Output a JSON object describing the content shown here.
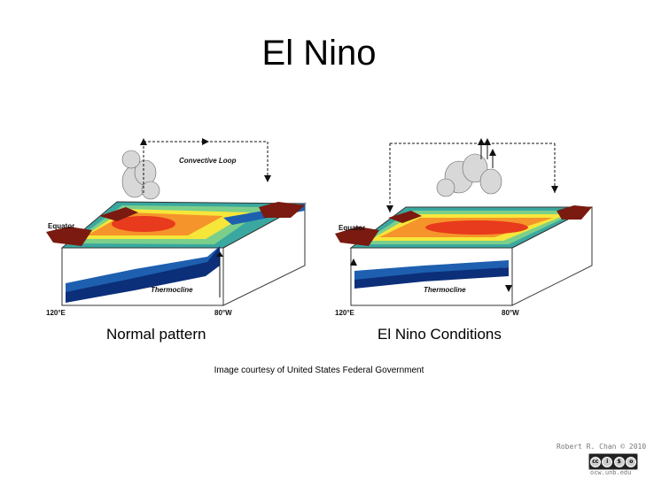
{
  "slide": {
    "title": "El Nino",
    "credit": "Image courtesy of United States Federal Government",
    "author": "Robert R. Chan © 2010",
    "site": "ocw.unb.edu"
  },
  "diagrams": [
    {
      "caption": "Normal pattern",
      "loop_label": "Convective Loop",
      "equator_label": "Equator",
      "thermocline_label": "Thermocline",
      "lon_west": "120°E",
      "lon_east": "80°W"
    },
    {
      "caption": "El Nino Conditions",
      "equator_label": "Equator",
      "thermocline_label": "Thermocline",
      "lon_west": "120°E",
      "lon_east": "80°W"
    }
  ],
  "colors": {
    "warm_core": "#e83a1c",
    "orange": "#f5942a",
    "yellow": "#f7e63a",
    "green": "#7ccf8a",
    "teal": "#3aa8a0",
    "blue": "#1e5fb0",
    "deep_blue": "#0c2f7a",
    "land": "#7a1a10"
  },
  "license_icons": [
    "cc-icon",
    "by-icon",
    "nc-icon",
    "sa-icon"
  ]
}
